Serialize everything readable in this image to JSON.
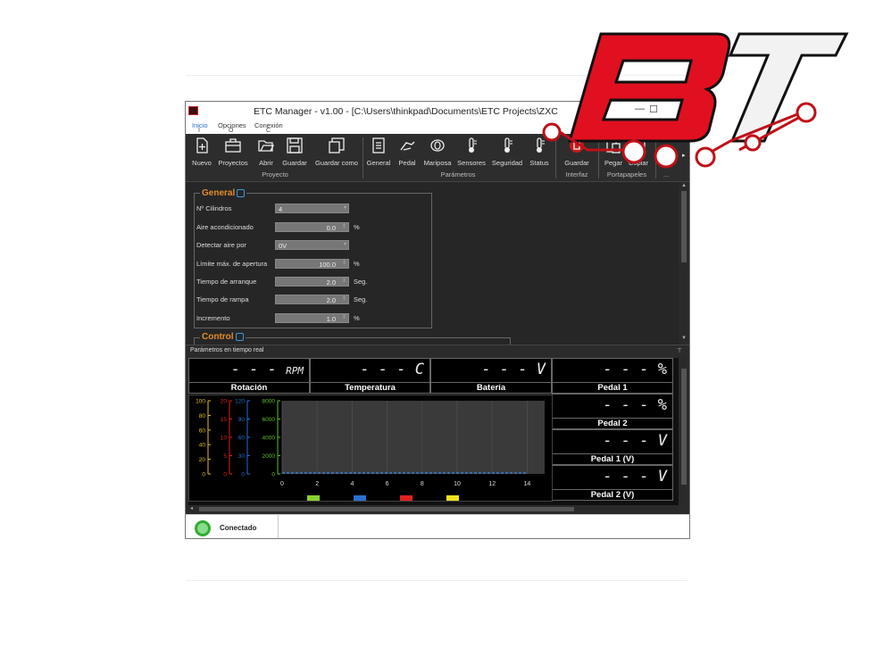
{
  "window": {
    "title": "ETC Manager - v1.00 - [C:\\Users\\thinkpad\\Documents\\ETC Projects\\ZXC"
  },
  "menu": [
    {
      "label": "Inicio",
      "key": "I"
    },
    {
      "label": "Opciones",
      "key": "O"
    },
    {
      "label": "Conexión",
      "key": "C"
    }
  ],
  "ribbon": {
    "buttons": [
      {
        "label": "Nuevo",
        "icon": "new-file-icon"
      },
      {
        "label": "Proyectos",
        "icon": "briefcase-icon"
      },
      {
        "label": "Abrir",
        "icon": "open-folder-icon"
      },
      {
        "label": "Guardar",
        "icon": "save-icon"
      },
      {
        "label": "Guardar como",
        "icon": "save-as-icon"
      },
      {
        "label": "General",
        "icon": "document-icon"
      },
      {
        "label": "Pedal",
        "icon": "pedal-icon"
      },
      {
        "label": "Mariposa",
        "icon": "throttle-body-icon"
      },
      {
        "label": "Sensores",
        "icon": "sensor-thermometer-icon"
      },
      {
        "label": "Seguridad",
        "icon": "security-thermometer-icon"
      },
      {
        "label": "Status",
        "icon": "status-thermometer-icon"
      },
      {
        "label": "Guardar",
        "icon": "ecu-save-icon"
      },
      {
        "label": "Pegar",
        "icon": "paste-icon"
      },
      {
        "label": "Copiar",
        "icon": "copy-icon"
      }
    ],
    "groups": [
      "Proyecto",
      "Parámetros",
      "Interfaz",
      "Portapapeles",
      "..."
    ]
  },
  "general": {
    "title": "General",
    "rows": [
      {
        "label": "Nº Cilindros",
        "value": "4",
        "unit": ""
      },
      {
        "label": "Aire acondicionado",
        "value": "0.0",
        "unit": "%"
      },
      {
        "label": "Detectar aire por",
        "value": "0V",
        "unit": ""
      },
      {
        "label": "Límite máx. de apertura",
        "value": "100.0",
        "unit": "%"
      },
      {
        "label": "Tiempo de arranque",
        "value": "2.0",
        "unit": "Seg."
      },
      {
        "label": "Tiempo de rampa",
        "value": "2.0",
        "unit": "Seg."
      },
      {
        "label": "Incremento",
        "value": "1.0",
        "unit": "%"
      }
    ]
  },
  "control": {
    "title": "Control"
  },
  "realtime": {
    "title": "Parámetros en tiempo real",
    "gauges": [
      {
        "label": "Rotación",
        "value": "- - -",
        "unit": "RPM"
      },
      {
        "label": "Temperatura",
        "value": "- - -",
        "unit": "C"
      },
      {
        "label": "Batería",
        "value": "- - -",
        "unit": "V"
      },
      {
        "label": "Pedal 1",
        "value": "- - -",
        "unit": "%"
      },
      {
        "label": "Pedal 2",
        "value": "- - -",
        "unit": "%"
      },
      {
        "label": "Pedal 1 (V)",
        "value": "- - -",
        "unit": "V"
      },
      {
        "label": "Pedal 2 (V)",
        "value": "- - -",
        "unit": "V"
      }
    ]
  },
  "chart_data": {
    "type": "line",
    "x": [
      0,
      2,
      4,
      6,
      8,
      10,
      12,
      14
    ],
    "xlim": [
      0,
      15
    ],
    "y_axes": [
      {
        "ticks": [
          0,
          20,
          40,
          60,
          80,
          100
        ],
        "color": "#e0c020"
      },
      {
        "ticks": [
          0,
          5,
          10,
          15,
          20
        ],
        "color": "#e02020"
      },
      {
        "ticks": [
          0,
          30,
          60,
          90,
          120
        ],
        "color": "#2070d0"
      },
      {
        "ticks": [
          0,
          2000,
          4000,
          6000,
          8000
        ],
        "color": "#60c020"
      }
    ],
    "series": [
      {
        "values": [
          0,
          0,
          0,
          0,
          0,
          0,
          0,
          0
        ],
        "color": "#3a7fd0"
      }
    ],
    "legend_colors": [
      "#8ad030",
      "#2a6fd0",
      "#e02020",
      "#f0e020"
    ],
    "grid": true
  },
  "status": {
    "connection": "Conectado"
  },
  "logo": {
    "text": "BT"
  }
}
